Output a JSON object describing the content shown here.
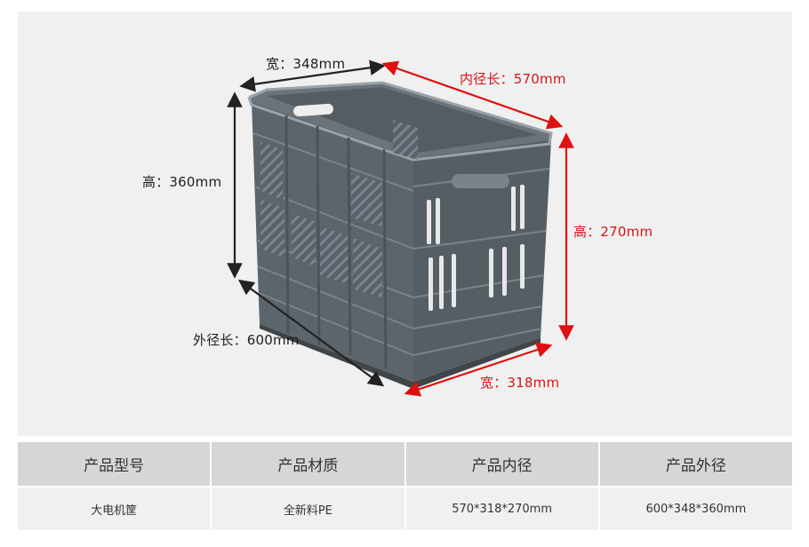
{
  "product_image": {
    "description": "gray plastic vented crate",
    "colors": {
      "background": "#f0f0f0",
      "crate_body": "#5a6268",
      "crate_rim": "#8a9399",
      "black_arrow": "#222222",
      "red_arrow": "#e01010"
    }
  },
  "dimensions": {
    "outer_width": {
      "label": "宽：348mm",
      "color": "black"
    },
    "outer_height": {
      "label": "高：360mm",
      "color": "black"
    },
    "outer_length": {
      "label": "外径长：600mm",
      "color": "black"
    },
    "inner_length": {
      "label": "内径长：570mm",
      "color": "red"
    },
    "inner_height": {
      "label": "高：270mm",
      "color": "red"
    },
    "inner_width": {
      "label": "宽：318mm",
      "color": "red"
    }
  },
  "spec_table": {
    "headers": [
      "产品型号",
      "产品材质",
      "产品内径",
      "产品外径"
    ],
    "rows": [
      [
        "大电机筐",
        "全新料PE",
        "570*318*270mm",
        "600*348*360mm"
      ]
    ]
  }
}
